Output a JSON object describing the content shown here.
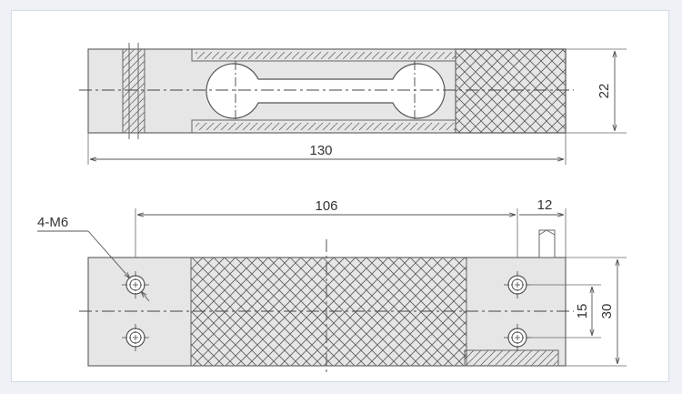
{
  "drawing": {
    "top_view": {
      "length_dim": "130",
      "width_dim": "22"
    },
    "side_view": {
      "hole_spacing_dim": "106",
      "end_dim": "12",
      "hole_pitch_dim": "15",
      "height_dim": "30",
      "hole_callout": "4-M6"
    },
    "colors": {
      "body_fill": "#e8e8e8",
      "outline": "#555555",
      "hatch": "#555555",
      "centerline": "#444444",
      "background": "#eef1f5"
    }
  }
}
